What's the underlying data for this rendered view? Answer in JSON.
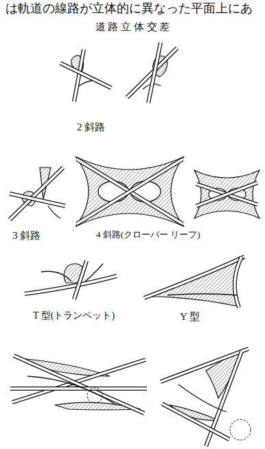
{
  "diagram": {
    "title": "道 路 立 体 交 差",
    "labels": [
      "は軌道の線路が立体的に異なった平面上にあ",
      "2 斜路",
      "3 斜路",
      "4 斜路(クローバー リーフ)",
      "T 型(トランペット)",
      "Y 型"
    ]
  }
}
